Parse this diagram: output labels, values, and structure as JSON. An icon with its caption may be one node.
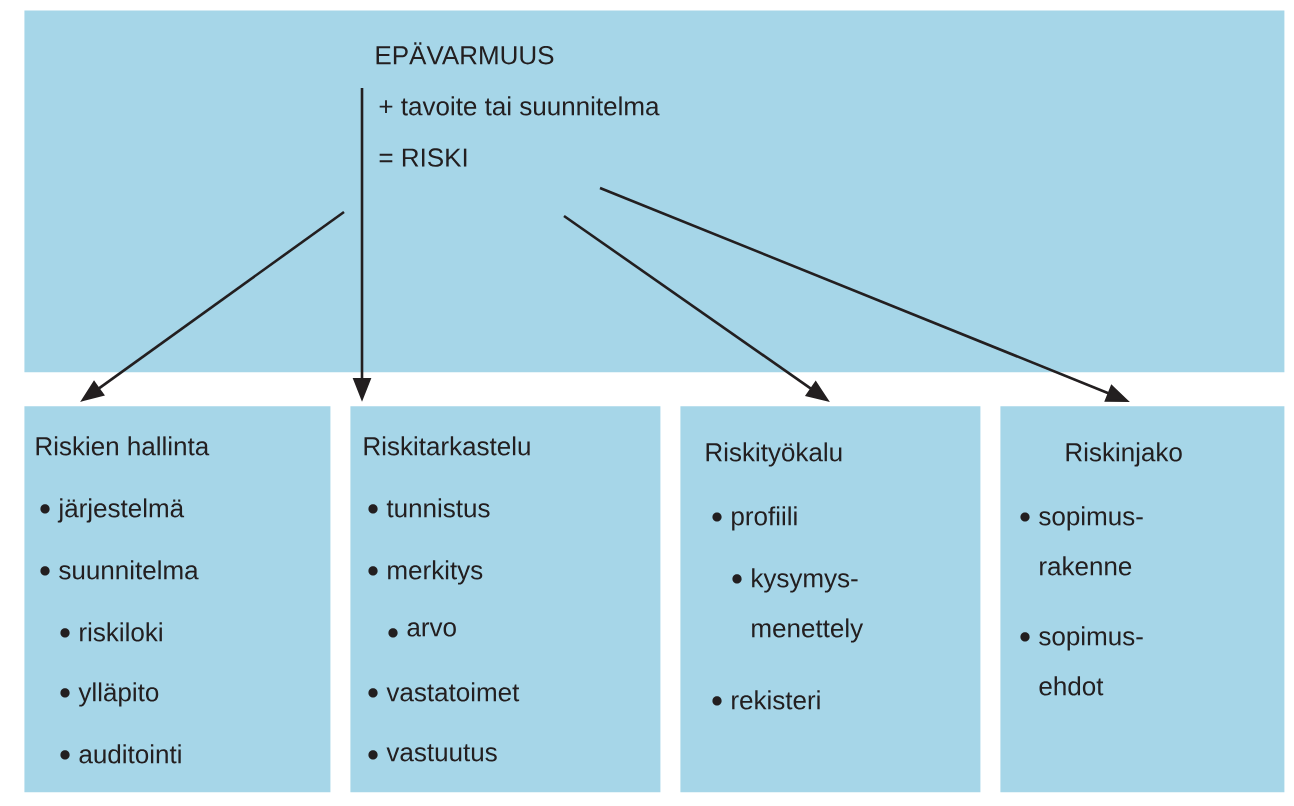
{
  "diagram": {
    "nodes": [
      {
        "text": [
          "EPÄVARMUUS",
          "+ tavoite tai suunnitelma",
          "= RISKI"
        ]
      },
      {
        "text": [
          "Riskien hallinta",
          "järjestelmä",
          "suunnitelma",
          "riskiloki",
          "ylläpito",
          "auditointi"
        ]
      },
      {
        "text": [
          "Riskitarkastelu",
          "tunnistus",
          "merkitys",
          "arvo",
          "vastatoimet",
          "vastuutus"
        ]
      },
      {
        "text": [
          "Riskityökalu",
          "profiili",
          "kysymys- menettely",
          "rekisteri"
        ]
      },
      {
        "text": [
          "Riskinjako",
          "sopimus- rakenne",
          "sopimus- ehdot"
        ]
      }
    ],
    "edges": [
      {
        "from": 0,
        "to": 1,
        "arrow": "to"
      },
      {
        "from": 0,
        "to": 2,
        "arrow": "to"
      },
      {
        "from": 0,
        "to": 3,
        "arrow": "to"
      },
      {
        "from": 0,
        "to": 4,
        "arrow": "to"
      }
    ]
  }
}
